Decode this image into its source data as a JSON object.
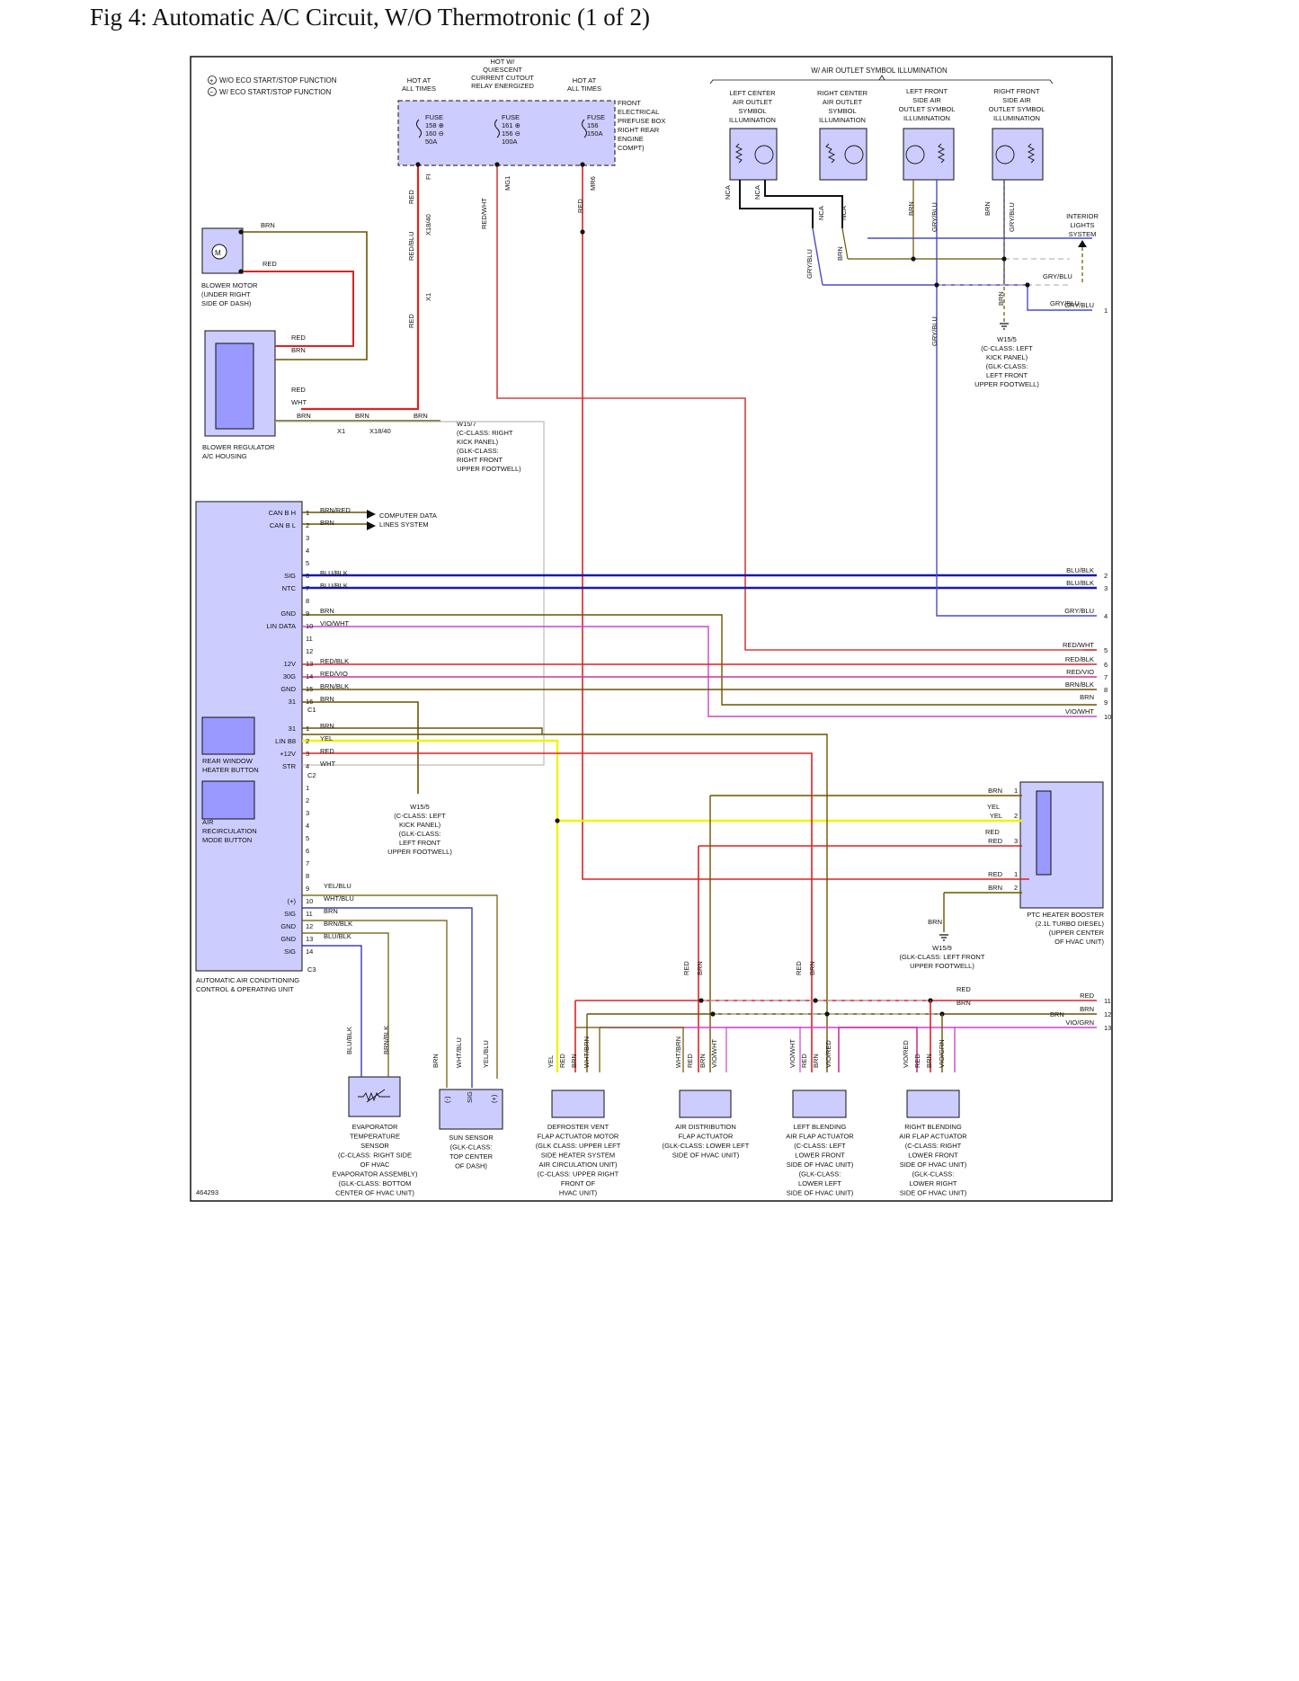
{
  "title": "Fig 4: Automatic A/C Circuit, W/O Thermotronic (1 of 2)",
  "figure_id": "464293",
  "legend": {
    "wo_eco": "W/O ECO START/STOP FUNCTION",
    "w_eco": "W/ ECO START/STOP FUNCTION"
  },
  "power": {
    "hot1": "HOT AT|ALL TIMES",
    "hot2": "HOT W/|QUIESCENT|CURRENT CUTOUT|RELAY ENERGIZED",
    "hot3": "HOT AT|ALL TIMES",
    "fuse1": "FUSE|158 ⊕|160 ⊖|50A",
    "fuse2": "FUSE|161 ⊕|156 ⊖|100A",
    "fuse3": "FUSE|156|150A",
    "prefuse_box": "FRONT|ELECTRICAL|PREFUSE BOX|RIGHT REAR|ENGINE|COMPT)",
    "pin_fi": "FI",
    "pin_mg1": "MG1",
    "pin_mr6": "MR6"
  },
  "outlet_header": "W/ AIR OUTLET SYMBOL ILLUMINATION",
  "outlets": [
    {
      "label": "LEFT CENTER|AIR OUTLET|SYMBOL|ILLUMINATION"
    },
    {
      "label": "RIGHT CENTER|AIR OUTLET|SYMBOL|ILLUMINATION"
    },
    {
      "label": "LEFT FRONT|SIDE AIR|OUTLET SYMBOL|ILLUMINATION"
    },
    {
      "label": "RIGHT FRONT|SIDE AIR|OUTLET SYMBOL|ILLUMINATION"
    }
  ],
  "interior_lights": "INTERIOR|LIGHTS|SYSTEM",
  "blower_motor": "BLOWER MOTOR|(UNDER RIGHT|SIDE OF DASH)",
  "blower_regulator": "BLOWER REGULATOR|A/C HOUSING",
  "grounds": {
    "w15_7": "W15/7|(C-CLASS: RIGHT|KICK PANEL)|(GLK-CLASS:|RIGHT FRONT|UPPER FOOTWELL)",
    "w15_5a": "W15/5|(C-CLASS: LEFT|KICK PANEL)|(GLK-CLASS:|LEFT FRONT|UPPER FOOTWELL)",
    "w15_5b": "W15/5|(C-CLASS: LEFT|KICK PANEL)|(GLK-CLASS:|LEFT FRONT|UPPER FOOTWELL)",
    "w15_9": "W15/9|(GLK-CLASS: LEFT FRONT|UPPER FOOTWELL)"
  },
  "computer_data": "COMPUTER DATA|LINES SYSTEM",
  "control_unit": "AUTOMATIC AIR CONDITIONING|CONTROL & OPERATING UNIT",
  "rear_window_button": "REAR WINDOW|HEATER BUTTON",
  "recirc_button": "AIR|RECIRCULATION|MODE BUTTON",
  "connectors": {
    "c1": "C1",
    "c2": "C2",
    "c3": "C3",
    "x1": "X1",
    "x18_40": "X18/40",
    "x18_40b": "X18/40"
  },
  "c1_pins": [
    {
      "n": "1",
      "name": "CAN B H",
      "wire": "BRN/RED"
    },
    {
      "n": "2",
      "name": "CAN B L",
      "wire": "BRN"
    },
    {
      "n": "3",
      "name": "",
      "wire": ""
    },
    {
      "n": "4",
      "name": "",
      "wire": ""
    },
    {
      "n": "5",
      "name": "",
      "wire": ""
    },
    {
      "n": "6",
      "name": "SIG",
      "wire": "BLU/BLK"
    },
    {
      "n": "7",
      "name": "NTC",
      "wire": "BLU/BLK"
    },
    {
      "n": "8",
      "name": "",
      "wire": ""
    },
    {
      "n": "9",
      "name": "GND",
      "wire": "BRN"
    },
    {
      "n": "10",
      "name": "LIN DATA",
      "wire": "VIO/WHT"
    },
    {
      "n": "11",
      "name": "",
      "wire": ""
    },
    {
      "n": "12",
      "name": "",
      "wire": ""
    },
    {
      "n": "13",
      "name": "12V",
      "wire": "RED/BLK"
    },
    {
      "n": "14",
      "name": "30G",
      "wire": "RED/VIO"
    },
    {
      "n": "15",
      "name": "GND",
      "wire": "BRN/BLK"
    },
    {
      "n": "16",
      "name": "31",
      "wire": "BRN"
    }
  ],
  "c2_pins": [
    {
      "n": "1",
      "name": "31",
      "wire": "BRN"
    },
    {
      "n": "2",
      "name": "LIN B8",
      "wire": "YEL"
    },
    {
      "n": "3",
      "name": "+12V",
      "wire": "RED"
    },
    {
      "n": "4",
      "name": "STR",
      "wire": "WHT"
    }
  ],
  "c3_pins": [
    {
      "n": "1",
      "name": "",
      "wire": ""
    },
    {
      "n": "2",
      "name": "",
      "wire": ""
    },
    {
      "n": "3",
      "name": "",
      "wire": ""
    },
    {
      "n": "4",
      "name": "",
      "wire": ""
    },
    {
      "n": "5",
      "name": "",
      "wire": ""
    },
    {
      "n": "6",
      "name": "",
      "wire": ""
    },
    {
      "n": "7",
      "name": "",
      "wire": ""
    },
    {
      "n": "8",
      "name": "",
      "wire": ""
    },
    {
      "n": "9",
      "name": "",
      "wire": "YEL/BLU"
    },
    {
      "n": "10",
      "name": "(+)",
      "wire": "WHT/BLU"
    },
    {
      "n": "11",
      "name": "SIG",
      "wire": "BRN"
    },
    {
      "n": "12",
      "name": "GND",
      "wire": "BRN/BLK"
    },
    {
      "n": "13",
      "name": "GND",
      "wire": "BLU/BLK"
    },
    {
      "n": "14",
      "name": "SIG",
      "wire": ""
    }
  ],
  "right_exits": [
    {
      "wire": "BLU/BLK",
      "n": "2"
    },
    {
      "wire": "BLU/BLK",
      "n": "3"
    },
    {
      "wire": "GRY/BLU",
      "n": "4"
    },
    {
      "wire": "RED/WHT",
      "n": "5"
    },
    {
      "wire": "RED/BLK",
      "n": "6"
    },
    {
      "wire": "RED/VIO",
      "n": "7"
    },
    {
      "wire": "BRN/BLK",
      "n": "8"
    },
    {
      "wire": "BRN",
      "n": "9"
    },
    {
      "wire": "VIO/WHT",
      "n": "10"
    },
    {
      "wire": "RED",
      "n": "11"
    },
    {
      "wire": "BRN",
      "n": "12"
    },
    {
      "wire": "VIO/GRN",
      "n": "13"
    },
    {
      "wire": "GRY/BLU",
      "n": "1"
    }
  ],
  "ptc": {
    "label": "PTC HEATER BOOSTER|(2.1L TURBO DIESEL)|(UPPER CENTER|OF HVAC UNIT)",
    "pins": [
      {
        "wire": "BRN",
        "n": "1"
      },
      {
        "wire": "YEL",
        "n": "2"
      },
      {
        "wire": "RED",
        "n": "3"
      },
      {
        "wire": "RED",
        "n": "1"
      },
      {
        "wire": "BRN",
        "n": "2"
      }
    ],
    "gnd_wire": "BRN"
  },
  "bottom_components": [
    "EVAPORATOR|TEMPERATURE|SENSOR|(C-CLASS: RIGHT SIDE|OF HVAC|EVAPORATOR ASSEMBLY)|(GLK-CLASS: BOTTOM|CENTER OF HVAC UNIT)",
    "SUN SENSOR|(GLK-CLASS:|TOP CENTER|OF DASH)",
    "DEFROSTER VENT|FLAP ACTUATOR MOTOR|(GLK CLASS: UPPER LEFT|SIDE HEATER SYSTEM|AIR CIRCULATION UNIT)|(C-CLASS: UPPER RIGHT|FRONT OF|HVAC UNIT)",
    "AIR DISTRIBUTION|FLAP ACTUATOR|(GLK-CLASS: LOWER LEFT|SIDE OF HVAC UNIT)",
    "LEFT BLENDING|AIR FLAP ACTUATOR|(C-CLASS: LEFT|LOWER FRONT|SIDE OF HVAC UNIT)|(GLK-CLASS:|LOWER LEFT|SIDE OF HVAC UNIT)",
    "RIGHT BLENDING|AIR FLAP ACTUATOR|(C-CLASS: RIGHT|LOWER FRONT|SIDE OF HVAC UNIT)|(GLK-CLASS:|LOWER RIGHT|SIDE OF HVAC UNIT)"
  ],
  "sun_sensor_pins": [
    "(-)",
    "SIG",
    "(+)"
  ],
  "vertical_labels": [
    "RED",
    "RED/WHT",
    "RED",
    "RED/BLU",
    "RED",
    "NCA",
    "NCA",
    "NCA",
    "NCA",
    "GRY/BLU",
    "BRN",
    "BRN",
    "GRY/BLU",
    "BRN",
    "GRY/BLU",
    "GRY/BLU",
    "BRN",
    "BLU/BLK",
    "BRN/BLK",
    "BRN",
    "WHT/BLU",
    "YEL/BLU",
    "YEL",
    "RED",
    "BRN",
    "WHT/BRN",
    "WHT/BRN",
    "RED",
    "BRN",
    "VIO/WHT",
    "VIO/WHT",
    "RED",
    "BRN",
    "VIO/RED",
    "VIO/RED",
    "RED",
    "BRN",
    "VIO/GRN",
    "RED",
    "BRN",
    "RED",
    "BRN"
  ],
  "horizontal_labels": [
    "BRN",
    "RED",
    "RED",
    "BRN",
    "RED",
    "WHT",
    "BRN",
    "BRN",
    "BRN",
    "BRN",
    "GRY/BLU",
    "GRY/BLU",
    "RED",
    "BRN",
    "YEL",
    "RED"
  ],
  "pin_numbers": [
    "1",
    "2",
    "1",
    "2",
    "1",
    "2",
    "2",
    "1",
    "1",
    "2",
    "1",
    "2",
    "1",
    "2",
    "1",
    "2",
    "2",
    "1",
    "1",
    "2",
    "3",
    "2",
    "1",
    "3",
    "2",
    "4",
    "1",
    "3",
    "2",
    "4",
    "1",
    "3",
    "2",
    "4",
    "1",
    "3",
    "2",
    "4",
    "1",
    "3",
    "2",
    "1",
    "3",
    "1"
  ]
}
